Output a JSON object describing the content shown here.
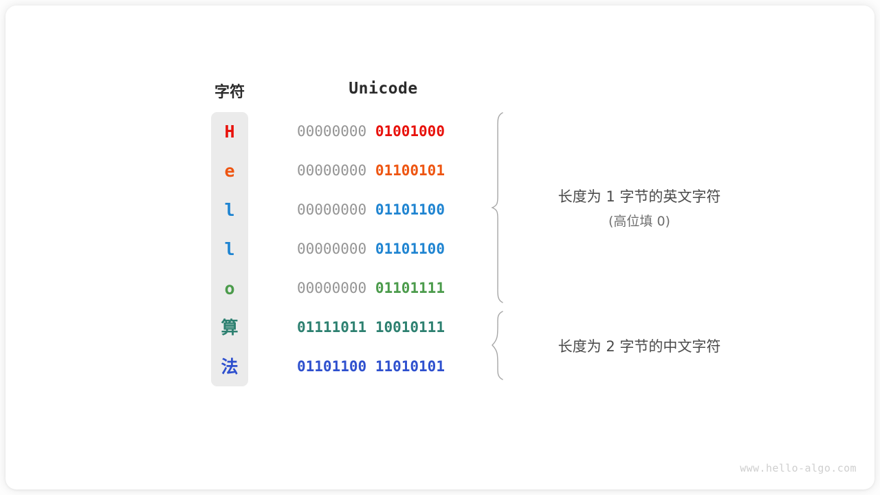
{
  "headers": {
    "character": "字符",
    "unicode": "Unicode"
  },
  "colors": {
    "red": "#E8120C",
    "orange": "#EE5511",
    "blue": "#1F84D1",
    "green": "#4B9B4B",
    "teal": "#2D8070",
    "indigo": "#2E50CE",
    "pad_gray": "#949494",
    "strip_bg": "#EBEBEB",
    "brace_gray": "#A6A6A6",
    "text_dark": "#2B2B2B",
    "anno_text": "#4A4A4A",
    "watermark": "#CFCFCF"
  },
  "rows": [
    {
      "char": "H",
      "color": "#E8120C",
      "high_byte": "00000000",
      "low_byte": "01001000",
      "high_is_padding": true,
      "cjk": false
    },
    {
      "char": "e",
      "color": "#EE5511",
      "high_byte": "00000000",
      "low_byte": "01100101",
      "high_is_padding": true,
      "cjk": false
    },
    {
      "char": "l",
      "color": "#1F84D1",
      "high_byte": "00000000",
      "low_byte": "01101100",
      "high_is_padding": true,
      "cjk": false
    },
    {
      "char": "l",
      "color": "#1F84D1",
      "high_byte": "00000000",
      "low_byte": "01101100",
      "high_is_padding": true,
      "cjk": false
    },
    {
      "char": "o",
      "color": "#4B9B4B",
      "high_byte": "00000000",
      "low_byte": "01101111",
      "high_is_padding": true,
      "cjk": false
    },
    {
      "char": "算",
      "color": "#2D8070",
      "high_byte": "01111011",
      "low_byte": "10010111",
      "high_is_padding": false,
      "cjk": true
    },
    {
      "char": "法",
      "color": "#2E50CE",
      "high_byte": "01101100",
      "low_byte": "11010101",
      "high_is_padding": false,
      "cjk": true
    }
  ],
  "annotations": {
    "group1_line1": "长度为 1 字节的英文字符",
    "group1_line2": "(高位填 0)",
    "group2_line1": "长度为 2 字节的中文字符"
  },
  "watermark": "www.hello-algo.com"
}
